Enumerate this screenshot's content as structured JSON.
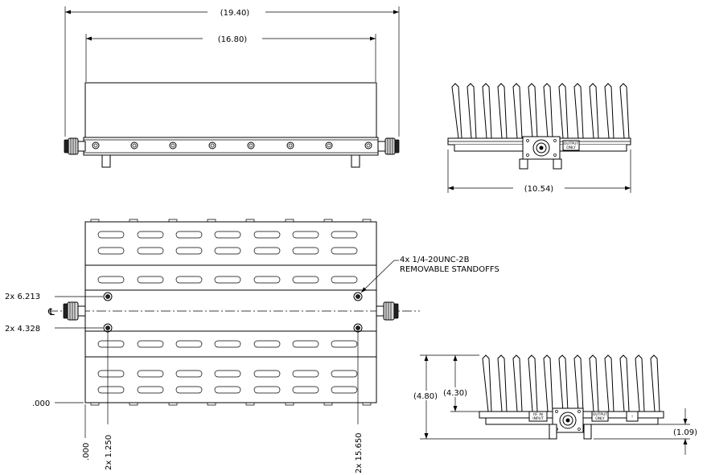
{
  "top_view": {
    "overall_length": "(19.40)",
    "body_length": "(16.80)"
  },
  "end_view": {
    "overall_width": "(10.54)",
    "label_output": "OUTPUT",
    "label_only": "ONLY"
  },
  "plan_view": {
    "callout_line1": "4x 1/4-20UNC-2B",
    "callout_line2": "REMOVABLE STANDOFFS",
    "y_upper": "2x  6.213",
    "y_lower": "2x  4.328",
    "y_zero": ".000",
    "x_zero": ".000",
    "x_left": "2x  1.250",
    "x_right": "2x  15.650",
    "centerline_symbol": "℄"
  },
  "side_view": {
    "overall_height": "(4.80)",
    "fin_height": "(4.30)",
    "base_height": "(1.09)",
    "label_input": "INPUT",
    "label_only": "ONLY",
    "label_output": "OUTPUT",
    "label_port_left": "RF IN",
    "label_warning": "!"
  }
}
